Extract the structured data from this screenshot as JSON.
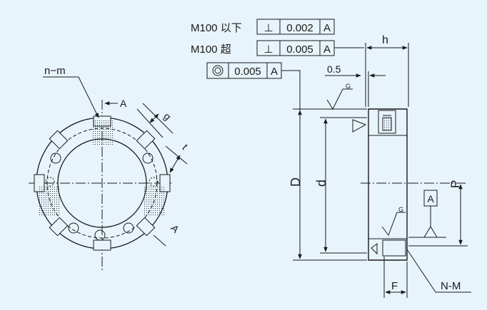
{
  "tolerances": [
    {
      "condition": "M100 以下",
      "symbol": "⊥",
      "value": "0.002",
      "datum": "A"
    },
    {
      "condition": "M100 超",
      "symbol": "⊥",
      "value": "0.005",
      "datum": "A"
    }
  ],
  "concentricity": {
    "value": "0.005",
    "datum": "A"
  },
  "labels": {
    "n_m": "n−m",
    "datum_arrow": "A",
    "g": "g",
    "t": "t",
    "section_a": "A",
    "h": "h",
    "offset": "0.5",
    "D": "D",
    "d": "d",
    "P": "P",
    "datum_box": "A",
    "F": "F",
    "N_M": "N-M",
    "surface_G1": "G",
    "surface_G2": "G"
  },
  "colors": {
    "background": "#e8f4fb",
    "line": "#1a1a1a"
  }
}
